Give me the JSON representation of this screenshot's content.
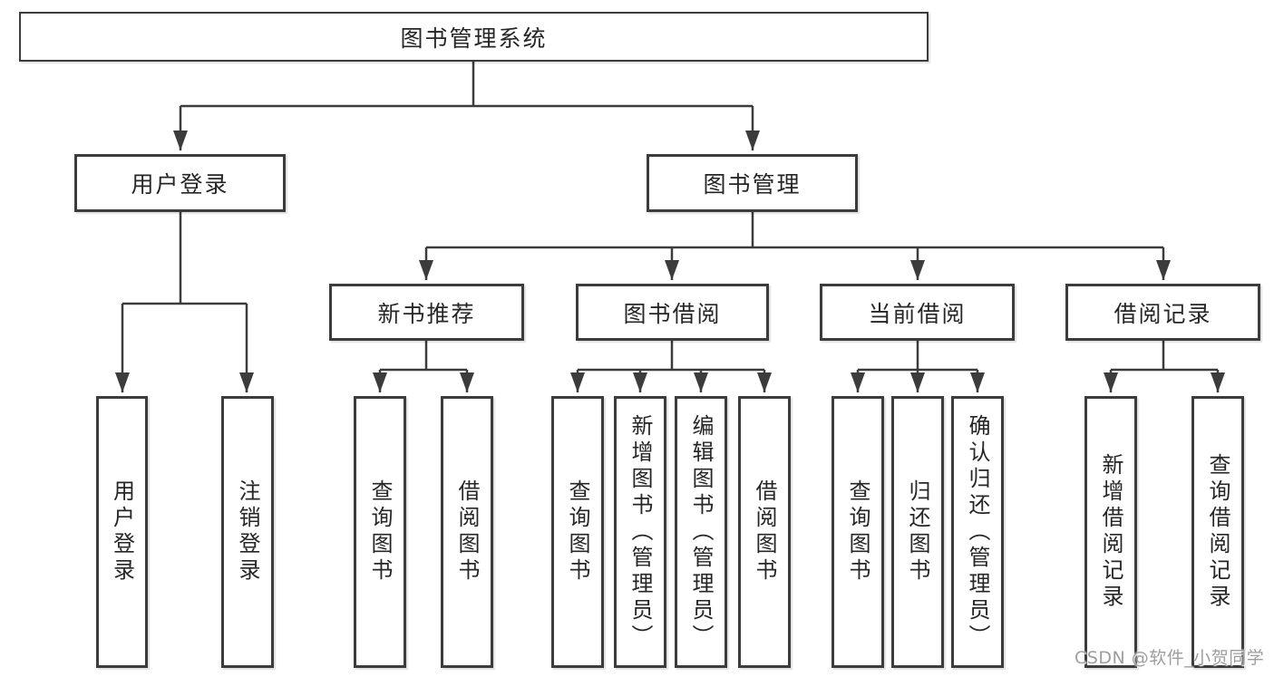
{
  "colors": {
    "line": "#3c3c3c",
    "box_border": "#3c3c3c",
    "text": "#262626",
    "watermark": "#9e9e9e",
    "background": "#ffffff"
  },
  "watermark": "CSDN @软件_小贺同学",
  "tree": {
    "label": "图书管理系统",
    "children": [
      {
        "label": "用户登录",
        "children": [
          {
            "label": "用户登录"
          },
          {
            "label": "注销登录"
          }
        ]
      },
      {
        "label": "图书管理",
        "children": [
          {
            "label": "新书推荐",
            "children": [
              {
                "label": "查询图书"
              },
              {
                "label": "借阅图书"
              }
            ]
          },
          {
            "label": "图书借阅",
            "children": [
              {
                "label": "查询图书"
              },
              {
                "label": "新增图书（管理员）"
              },
              {
                "label": "编辑图书（管理员）"
              },
              {
                "label": "借阅图书"
              }
            ]
          },
          {
            "label": "当前借阅",
            "children": [
              {
                "label": "查询图书"
              },
              {
                "label": "归还图书"
              },
              {
                "label": "确认归还（管理员）"
              }
            ]
          },
          {
            "label": "借阅记录",
            "children": [
              {
                "label": "新增借阅记录"
              },
              {
                "label": "查询借阅记录"
              }
            ]
          }
        ]
      }
    ]
  }
}
